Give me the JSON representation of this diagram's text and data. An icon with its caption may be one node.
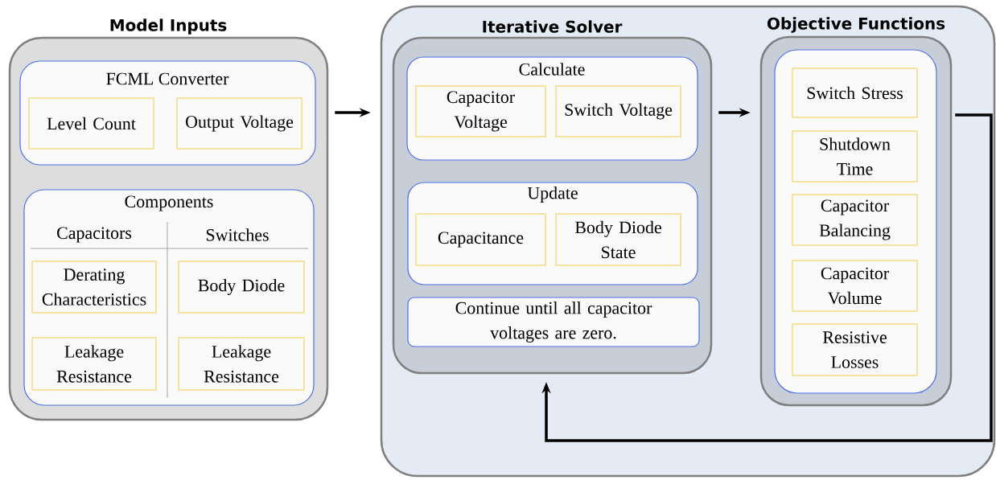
{
  "diagram": {
    "nodes": [
      {
        "text": [
          "Model Inputs"
        ]
      },
      {
        "text": [
          "FCML Converter"
        ],
        "in": 0
      },
      {
        "text": [
          "Level Count"
        ],
        "in": 1
      },
      {
        "text": [
          "Output Voltage"
        ],
        "in": 1
      },
      {
        "text": [
          "Components",
          "Capacitors",
          "Switches"
        ],
        "in": 0
      },
      {
        "text": [
          "Derating Characteristics"
        ],
        "in": 4
      },
      {
        "text": [
          "Body Diode"
        ],
        "in": 4
      },
      {
        "text": [
          "Leakage Resistance"
        ],
        "in": 4
      },
      {
        "text": [
          "Leakage Resistance"
        ],
        "in": 4
      },
      {
        "text": [],
        "shape": "box"
      },
      {
        "text": [
          "Iterative Solver"
        ],
        "in": 9
      },
      {
        "text": [
          "Calculate"
        ],
        "in": 10
      },
      {
        "text": [
          "Capacitor Voltage"
        ],
        "in": 11
      },
      {
        "text": [
          "Switch Voltage"
        ],
        "in": 11
      },
      {
        "text": [
          "Update"
        ],
        "in": 10
      },
      {
        "text": [
          "Capacitance"
        ],
        "in": 14
      },
      {
        "text": [
          "Body Diode State"
        ],
        "in": 14
      },
      {
        "text": [
          "Continue until all capacitor voltages are zero."
        ],
        "in": 10
      },
      {
        "text": [
          "Objective Functions"
        ],
        "in": 9
      },
      {
        "text": [],
        "shape": "box",
        "in": 18
      },
      {
        "text": [
          "Switch Stress"
        ],
        "in": 19
      },
      {
        "text": [
          "Shutdown Time"
        ],
        "in": 19
      },
      {
        "text": [
          "Capacitor Balancing"
        ],
        "in": 19
      },
      {
        "text": [
          "Capacitor Volume"
        ],
        "in": 19
      },
      {
        "text": [
          "Resistive Losses"
        ],
        "in": 19
      }
    ],
    "edges": [
      {
        "from": 0,
        "to": 9,
        "arrow": "to"
      },
      {
        "from": 10,
        "to": 18,
        "arrow": "to"
      },
      {
        "from": 18,
        "to": 10,
        "arrow": "to"
      }
    ]
  }
}
